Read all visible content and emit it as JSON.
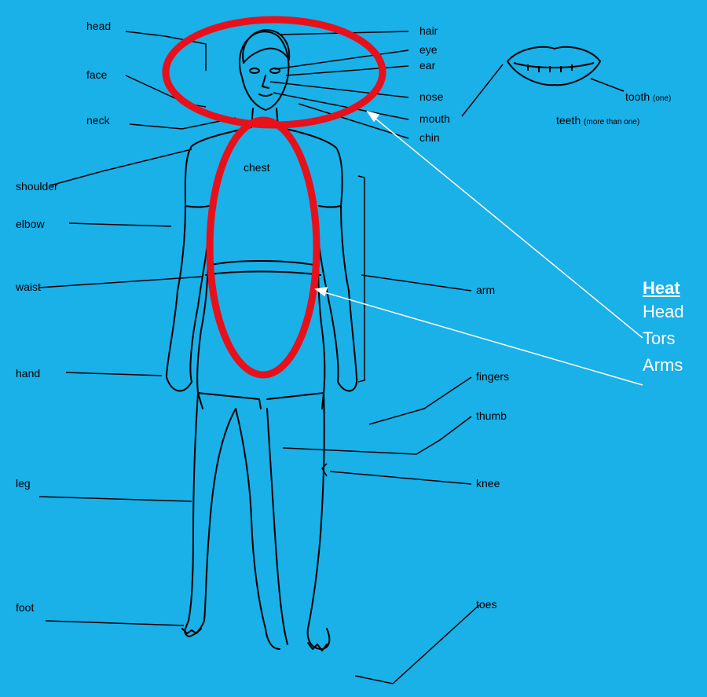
{
  "labels_left": {
    "head": "head",
    "face": "face",
    "neck": "neck",
    "shoulder": "shoulder",
    "elbow": "elbow",
    "waist": "waist",
    "hand": "hand",
    "leg": "leg",
    "foot": "foot"
  },
  "labels_right": {
    "hair": "hair",
    "eye": "eye",
    "ear": "ear",
    "nose": "nose",
    "mouth": "mouth",
    "chin": "chin",
    "arm": "arm",
    "fingers": "fingers",
    "thumb": "thumb",
    "knee": "knee",
    "toes": "toes"
  },
  "labels_body": {
    "chest": "chest"
  },
  "tooth_labels": {
    "tooth": "tooth",
    "tooth_note": "(one)",
    "teeth": "teeth",
    "teeth_note": "(more than one)"
  },
  "panel": {
    "title": "Heat",
    "lines": [
      "Head",
      "Tors",
      "Arms"
    ]
  },
  "colors": {
    "background": "#1ab0e8",
    "highlight": "#e8101a",
    "pointer": "#ffffff",
    "ink": "#000000"
  }
}
